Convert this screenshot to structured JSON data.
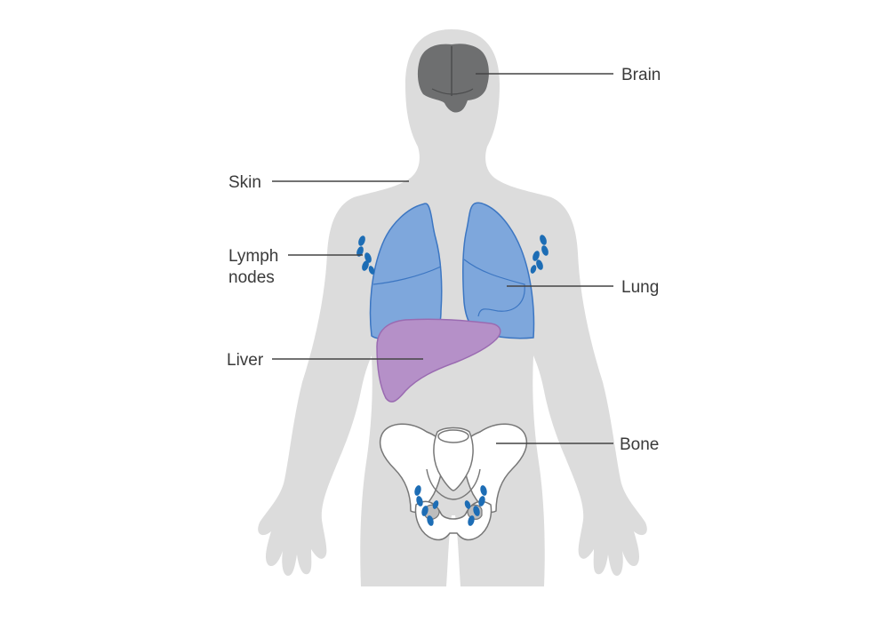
{
  "colors": {
    "body": "#dcdcdc",
    "brain": "#6e6f70",
    "lung": "#7ea7dc",
    "lung_stroke": "#3c76c2",
    "liver": "#b590c8",
    "liver_stroke": "#9a6bb1",
    "lymph": "#1d6db5",
    "bone": "#ffffff",
    "bone_stroke": "#777777",
    "label": "#3a3a3a"
  },
  "labels": {
    "brain": "Brain",
    "skin": "Skin",
    "lymph_line1": "Lymph",
    "lymph_line2": "nodes",
    "lung": "Lung",
    "liver": "Liver",
    "bone": "Bone"
  }
}
